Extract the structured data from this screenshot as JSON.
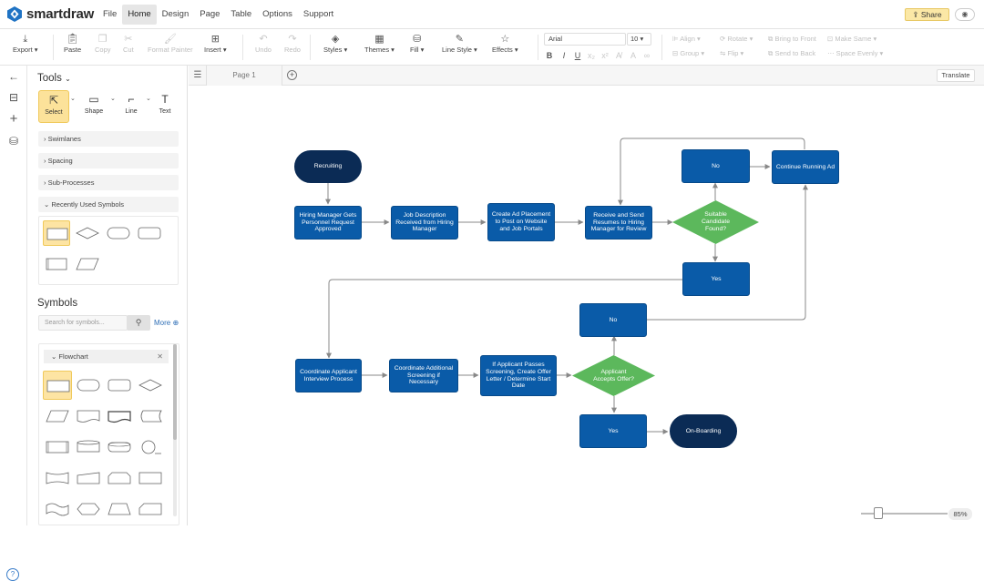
{
  "app": {
    "logo_text": "smartdraw"
  },
  "menu": [
    "File",
    "Home",
    "Design",
    "Page",
    "Table",
    "Options",
    "Support"
  ],
  "active_menu": "Home",
  "header": {
    "share_label": "Share"
  },
  "ribbon": {
    "export": "Export",
    "paste": "Paste",
    "copy": "Copy",
    "cut": "Cut",
    "format_painter": "Format Painter",
    "insert": "Insert",
    "undo": "Undo",
    "redo": "Redo",
    "styles": "Styles",
    "themes": "Themes",
    "fill": "Fill",
    "line_style": "Line Style",
    "effects": "Effects",
    "font": "Arial",
    "font_size": "10",
    "align": "Align",
    "rotate": "Rotate",
    "bring_to_front": "Bring to Front",
    "make_same": "Make Same",
    "group": "Group",
    "flip": "Flip",
    "send_to_back": "Send to Back",
    "space_evenly": "Space Evenly"
  },
  "panel": {
    "tools_title": "Tools",
    "tools": [
      "Select",
      "Shape",
      "Line",
      "Text"
    ],
    "sections": [
      "Swimlanes",
      "Spacing",
      "Sub-Processes",
      "Recently Used Symbols"
    ],
    "symbols_title": "Symbols",
    "search_placeholder": "Search for symbols...",
    "more": "More",
    "library": "Flowchart"
  },
  "tabs": {
    "page": "Page 1",
    "translate": "Translate"
  },
  "zoom": {
    "level": "85%",
    "fraction": 0.2
  },
  "flow": {
    "recruiting": "Recruiting",
    "hiring_request": "Hiring Manager Gets Personnel Request Approved",
    "job_description": "Job Description Received from Hiring Manager",
    "create_ad": "Create Ad Placement to Post on Website and Job Portals",
    "receive_resumes": "Receive and Send Resumes to Hiring Manager for Review",
    "suitable_found": "Suitable Candidate Found?",
    "no_top": "No",
    "continue_ad": "Continue Running Ad",
    "yes_mid": "Yes",
    "coordinate_interview": "Coordinate Applicant Interview Process",
    "coordinate_screening": "Coordinate Additional Screening if Necessary",
    "offer_letter": "If Applicant Passes Screening, Create Offer Letter / Determine Start Date",
    "accepts_offer": "Applicant Accepts Offer?",
    "no_bottom": "No",
    "yes_bottom": "Yes",
    "onboarding": "On-Boarding"
  },
  "colors": {
    "process": "#0a5ba8",
    "terminal": "#0b2b55",
    "decision": "#5cb85c",
    "accent": "#fbe8a6"
  }
}
